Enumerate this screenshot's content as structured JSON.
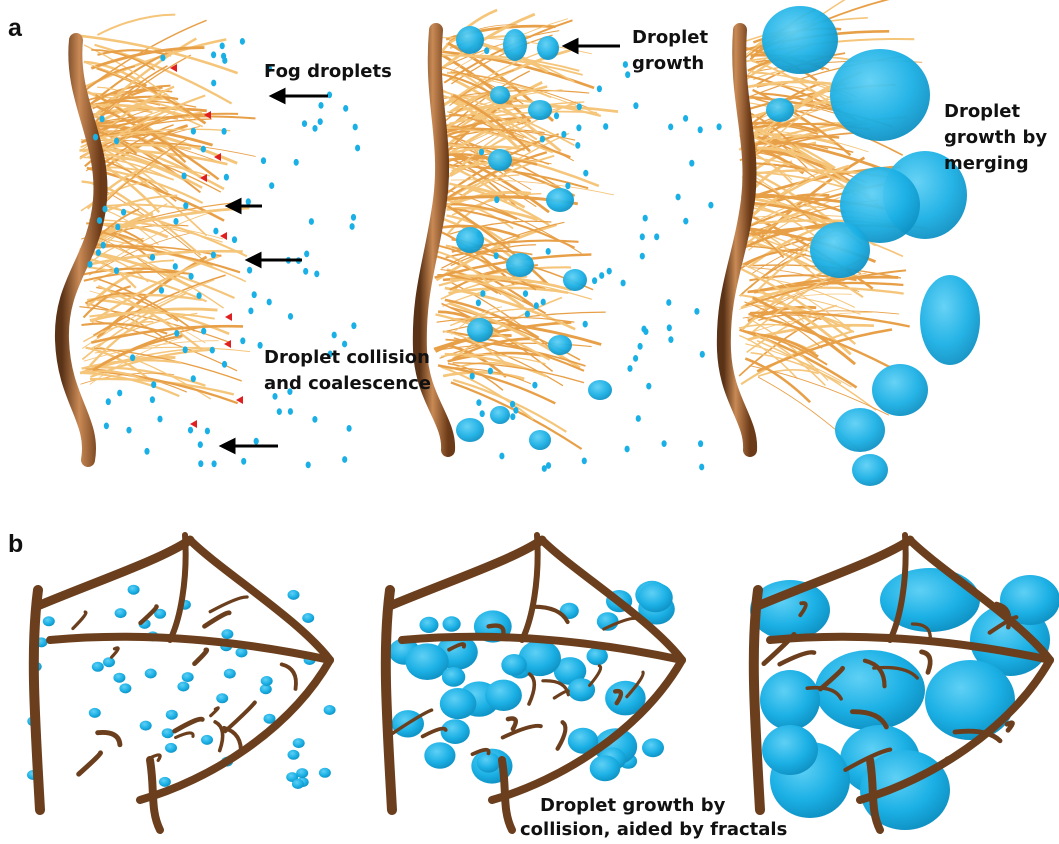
{
  "panels": {
    "a": {
      "letter": "a",
      "labels": {
        "fog_droplets": "Fog droplets",
        "droplet_growth_l1": "Droplet",
        "droplet_growth_l2": "growth",
        "merging_l1": "Droplet",
        "merging_l2": "growth by",
        "merging_l3": "merging",
        "collision_l1": "Droplet collision",
        "collision_l2": "and coalescence"
      }
    },
    "b": {
      "letter": "b",
      "labels": {
        "fractal_l1": "Droplet growth by",
        "fractal_l2": "collision, aided by fractals"
      }
    }
  },
  "colors": {
    "droplet": "#1bb0e5",
    "droplet_dark": "#0e8ec0",
    "stem": "#7a4a23",
    "stem_highlight": "#c98a55",
    "hair": "#e8a048",
    "hair_light": "#f5c57a",
    "arrow": "#000000",
    "red_arrow": "#e02020",
    "leaf_vein": "#6b3f1d"
  }
}
